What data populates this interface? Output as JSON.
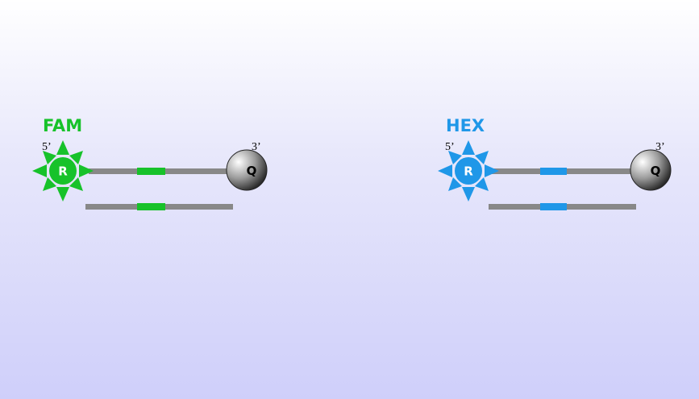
{
  "probes": [
    {
      "dye": "FAM",
      "color": "#17c22a",
      "reporter": "R",
      "quencher": "Q",
      "five_prime": "5’",
      "three_prime": "3’"
    },
    {
      "dye": "HEX",
      "color": "#1f97e8",
      "reporter": "R",
      "quencher": "Q",
      "five_prime": "5’",
      "three_prime": "3’"
    }
  ],
  "colors": {
    "strand": "#888888",
    "background_top": "#ffffff",
    "background_bottom": "#cfcffa"
  }
}
